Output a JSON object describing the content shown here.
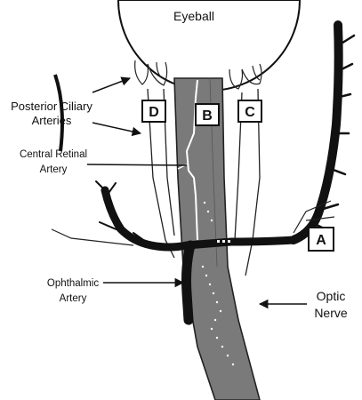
{
  "labels": {
    "eyeball": "Eyeball",
    "posterior_ciliary": [
      "Posterior Ciliary",
      "Arteries"
    ],
    "central_retinal": [
      "Central Retinal",
      "Artery"
    ],
    "ophthalmic": [
      "Ophthalmic",
      "Artery"
    ],
    "optic_nerve": [
      "Optic",
      "Nerve"
    ]
  },
  "boxes": {
    "a": "A",
    "b": "B",
    "c": "C",
    "d": "D"
  },
  "colors": {
    "ink": "#111111",
    "nerve_fill": "#7a7a7a",
    "background": "#ffffff"
  }
}
